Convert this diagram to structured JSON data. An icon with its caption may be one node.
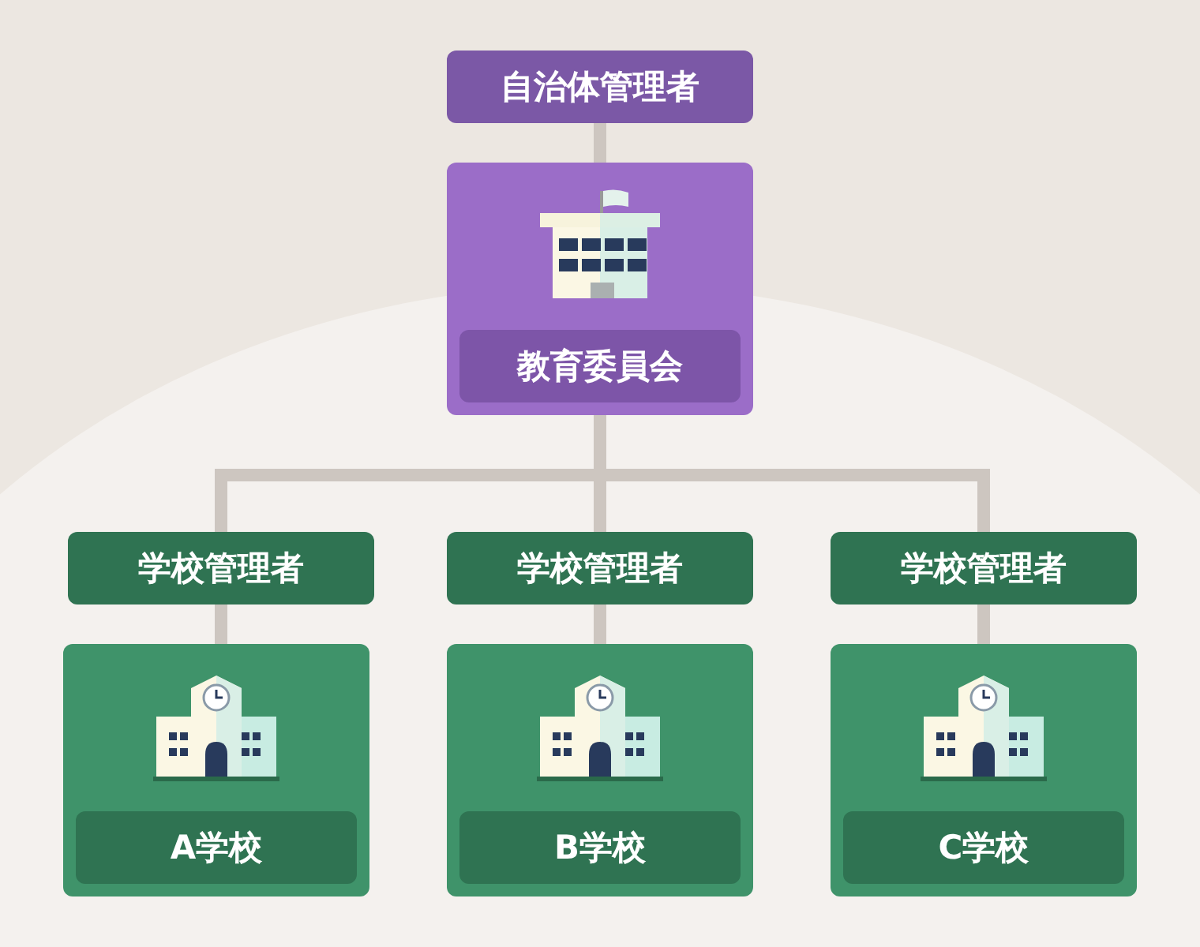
{
  "diagram": {
    "nodes": [
      {
        "text": [
          "自治体管理者"
        ]
      },
      {
        "text": [
          "教育委員会"
        ]
      },
      {
        "text": [
          "学校管理者"
        ]
      },
      {
        "text": [
          "A学校"
        ]
      },
      {
        "text": [
          "学校管理者"
        ]
      },
      {
        "text": [
          "B学校"
        ]
      },
      {
        "text": [
          "学校管理者"
        ]
      },
      {
        "text": [
          "C学校"
        ]
      }
    ],
    "edges": [
      {
        "from": 0,
        "to": 1,
        "arrow": "none"
      },
      {
        "from": 1,
        "to": 2,
        "arrow": "none"
      },
      {
        "from": 1,
        "to": 4,
        "arrow": "none"
      },
      {
        "from": 1,
        "to": 6,
        "arrow": "none"
      },
      {
        "from": 2,
        "to": 3,
        "arrow": "none"
      },
      {
        "from": 4,
        "to": 5,
        "arrow": "none"
      },
      {
        "from": 6,
        "to": 7,
        "arrow": "none"
      }
    ]
  }
}
